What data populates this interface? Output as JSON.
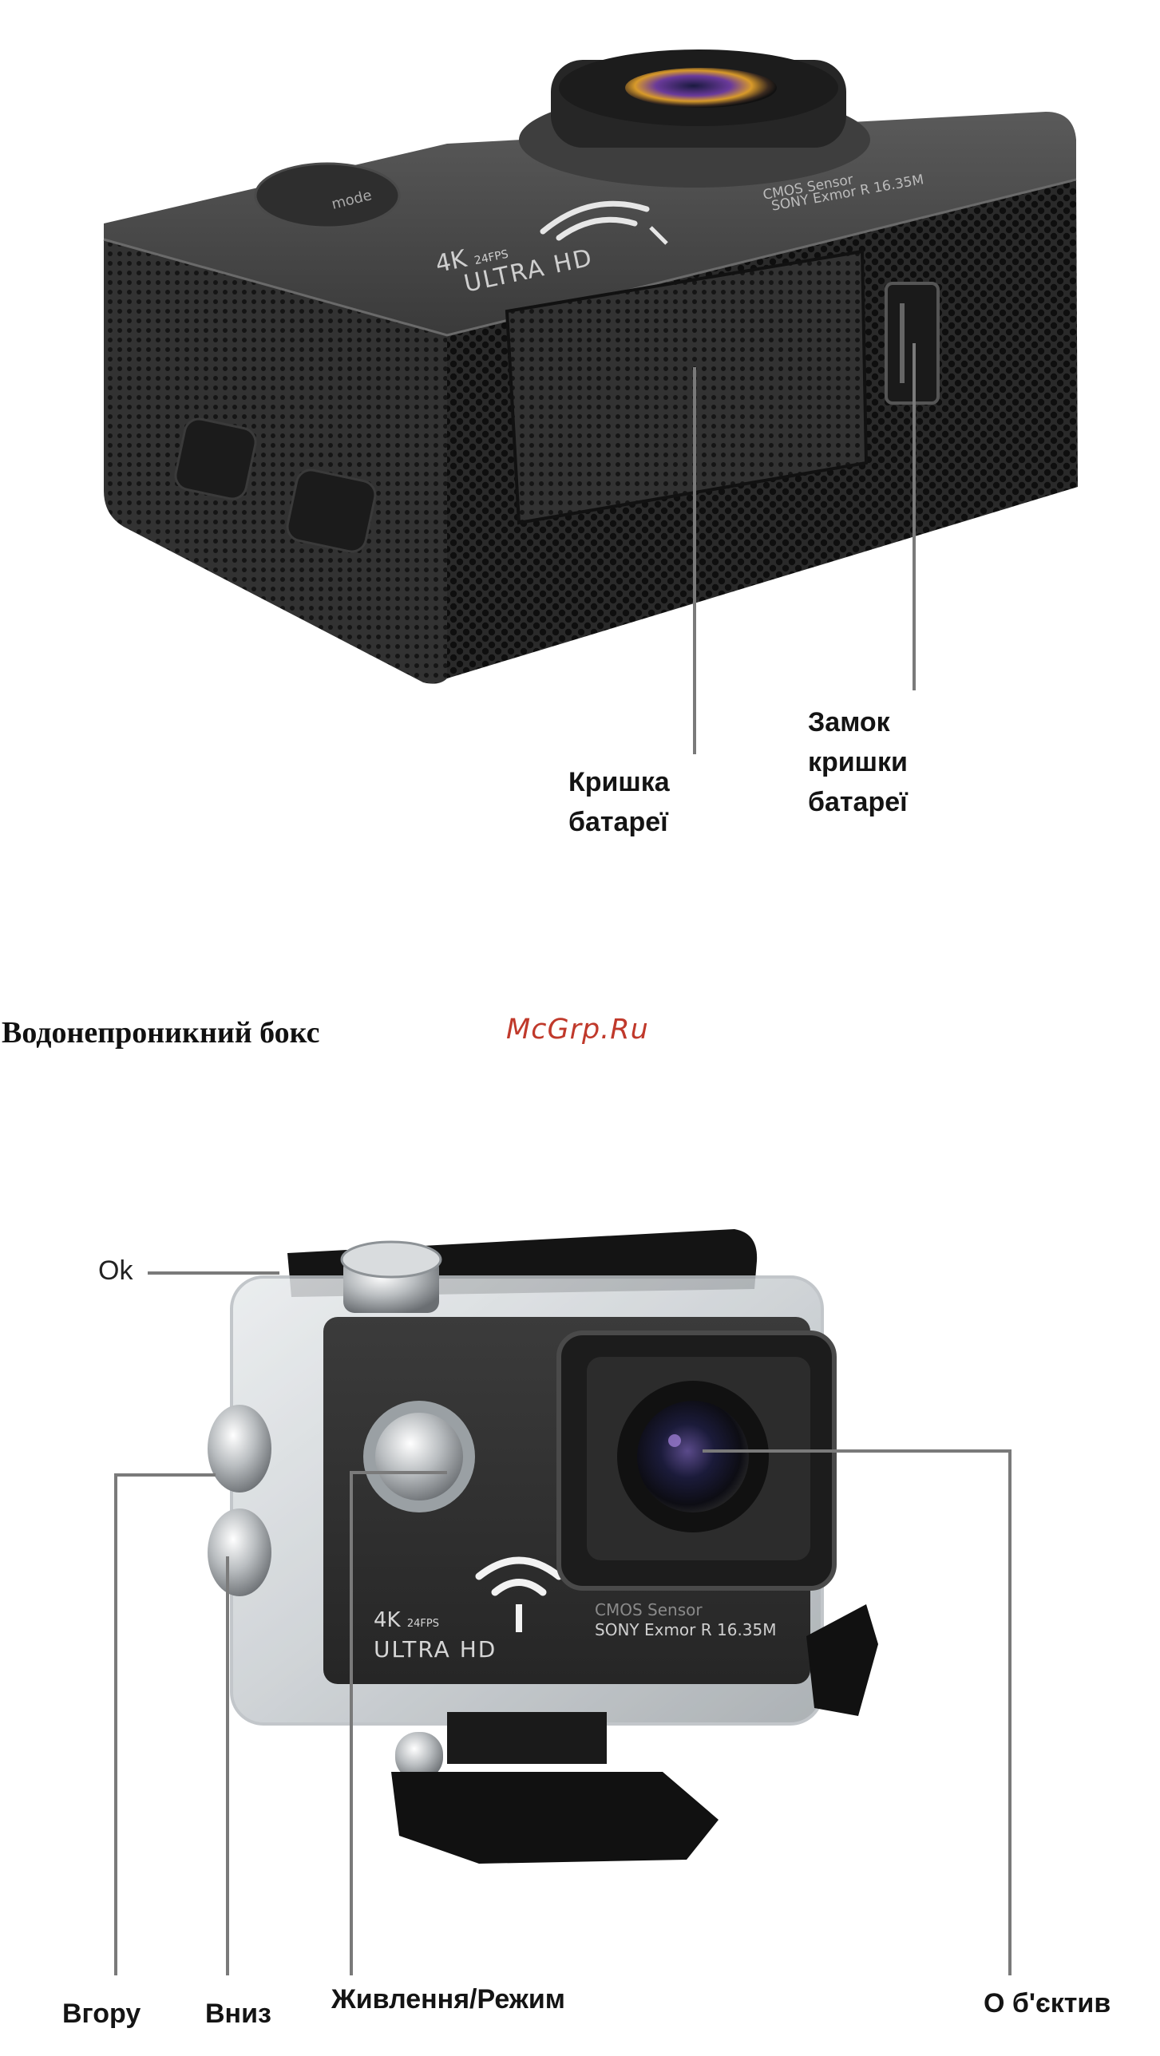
{
  "top_figure": {
    "callouts": {
      "battery_cover": [
        "Кришка",
        "батареї"
      ],
      "battery_lock": [
        "Замок",
        "кришки",
        "батареї"
      ]
    },
    "camera_print": {
      "res": "4K",
      "fps": "24FPS",
      "ultra": "ULTRA HD",
      "sensor_line1": "CMOS Sensor",
      "sensor_line2": "SONY Exmor R 16.35M",
      "mode": "mode"
    }
  },
  "section": {
    "title": "Водонепроникний бокс",
    "watermark": "McGrp.Ru",
    "watermark_color": "#c0392b"
  },
  "bottom_figure": {
    "callouts": {
      "ok": "Ok",
      "up": "Вгору",
      "down": "Вниз",
      "power_mode": "Живлення/Режим",
      "lens": "О б'єктив"
    },
    "camera_print": {
      "res": "4K",
      "fps": "24FPS",
      "ultra": "ULTRA HD",
      "sensor_line1": "CMOS Sensor",
      "sensor_line2": "SONY Exmor R 16.35M"
    }
  },
  "colors": {
    "callout_line": "#7a7a7a",
    "camera_body": "#2b2b2b",
    "housing": "#cfd3d6"
  }
}
